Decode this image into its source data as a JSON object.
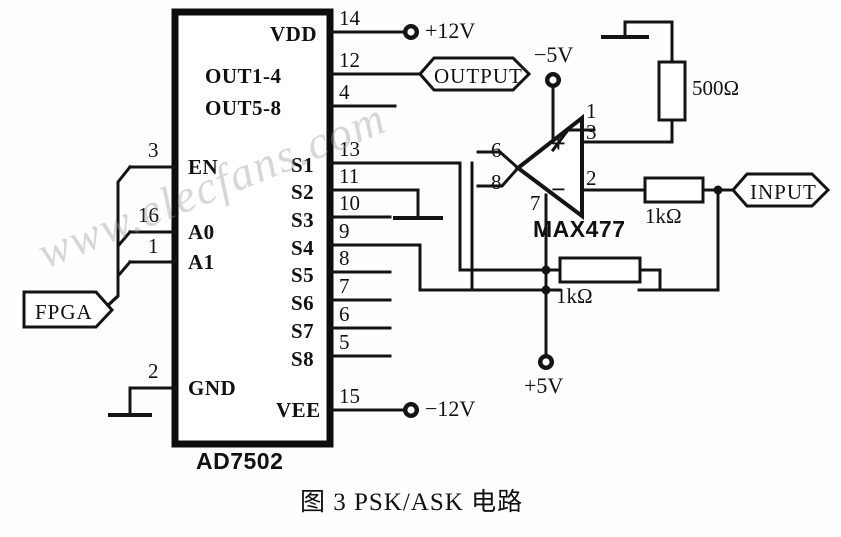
{
  "figure": {
    "caption": "图 3  PSK/ASK 电路",
    "watermark": "www.elecfans.com"
  },
  "mux_chip": {
    "part_label": "AD7502",
    "left_pins": [
      {
        "name": "EN",
        "number": "3"
      },
      {
        "name": "A0",
        "number": "16"
      },
      {
        "name": "A1",
        "number": "1"
      },
      {
        "name": "GND",
        "number": "2"
      }
    ],
    "right_pins": [
      {
        "name": "VDD",
        "number": "14"
      },
      {
        "name": "OUT1-4",
        "number": "12"
      },
      {
        "name": "OUT5-8",
        "number": "4"
      },
      {
        "name": "S1",
        "number": "13"
      },
      {
        "name": "S2",
        "number": "11"
      },
      {
        "name": "S3",
        "number": "10"
      },
      {
        "name": "S4",
        "number": "9"
      },
      {
        "name": "S5",
        "number": "8"
      },
      {
        "name": "S6",
        "number": "7"
      },
      {
        "name": "S7",
        "number": "6"
      },
      {
        "name": "S8",
        "number": "5"
      },
      {
        "name": "VEE",
        "number": "15"
      }
    ]
  },
  "opamp": {
    "part_label": "MAX477",
    "plus_sign": "+",
    "minus_sign": "−",
    "pins": [
      {
        "number": "1",
        "role": "v-negative-supply"
      },
      {
        "number": "3",
        "role": "non-inverting-input"
      },
      {
        "number": "2",
        "role": "output"
      },
      {
        "number": "6",
        "role": "input-a"
      },
      {
        "number": "8",
        "role": "input-b"
      },
      {
        "number": "7",
        "role": "v-positive-supply"
      }
    ]
  },
  "resistors": [
    {
      "id": "r-500",
      "value": "500Ω"
    },
    {
      "id": "r-1k-series",
      "value": "1kΩ"
    },
    {
      "id": "r-1k-feedback",
      "value": "1kΩ"
    }
  ],
  "supplies": [
    {
      "id": "vdd-12",
      "label": "+12V"
    },
    {
      "id": "vee-12",
      "label": "−12V"
    },
    {
      "id": "vneg-5",
      "label": "−5V"
    },
    {
      "id": "vpos-5",
      "label": "+5V"
    }
  ],
  "ports": [
    {
      "id": "fpga-port",
      "label": "FPGA"
    },
    {
      "id": "output-port",
      "label": "OUTPUT"
    },
    {
      "id": "input-port",
      "label": "INPUT"
    }
  ]
}
